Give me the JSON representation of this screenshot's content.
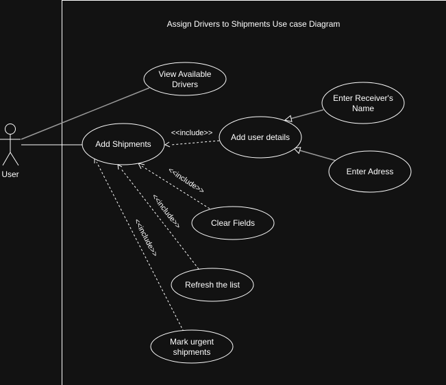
{
  "diagram": {
    "title": "Assign Drivers to Shipments  Use case Diagram",
    "actor": {
      "label": "User"
    },
    "use_cases": {
      "view_drivers": [
        "View Available",
        "Drivers"
      ],
      "add_shipments": [
        "Add Shipments"
      ],
      "add_user_details": [
        "Add user details"
      ],
      "enter_receiver": [
        "Enter Receiver's",
        "Name"
      ],
      "enter_address": [
        "Enter Adress"
      ],
      "clear_fields": [
        "Clear Fields"
      ],
      "refresh_list": [
        "Refresh the list"
      ],
      "mark_urgent": [
        "Mark urgent",
        "shipments"
      ]
    },
    "include_labels": {
      "user_details": "<<include>>",
      "clear_fields": "<<include>>",
      "refresh_list": "<<include>>",
      "mark_urgent": "<<include>>"
    }
  },
  "colors": {
    "background": "#121212",
    "stroke": "#ffffff",
    "association": "#9a9a9a"
  }
}
